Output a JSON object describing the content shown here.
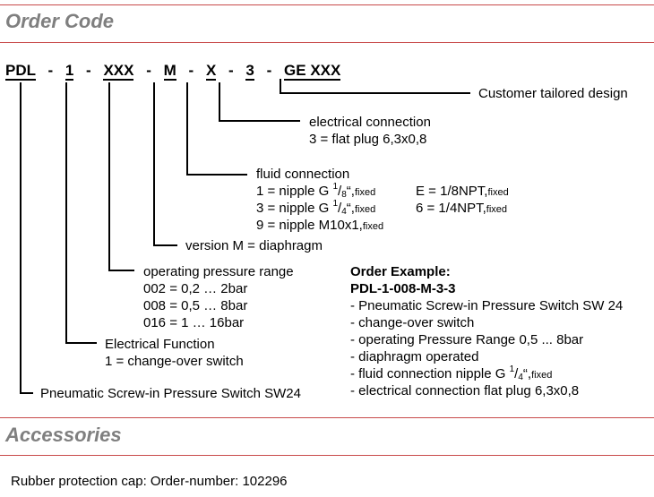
{
  "header": {
    "title": "Order Code"
  },
  "order_code": {
    "parts": [
      "PDL",
      "1",
      "XXX",
      "M",
      "X",
      "3",
      "GE XXX"
    ],
    "separator": "-"
  },
  "labels": {
    "customer": "Customer tailored design",
    "electrical_connection": {
      "title": "electrical connection",
      "line1": "3 = flat plug 6,3x0,8"
    },
    "fluid_connection": {
      "title": "fluid connection",
      "row1_left_pre": "1 = nipple G ",
      "row1_left_sup": "1",
      "row1_left_den": "8",
      "row1_left_post": "“,",
      "fixed": "fixed",
      "row1_right": "E = 1/8NPT,",
      "row2_left_pre": "3 = nipple G ",
      "row2_left_sup": "1",
      "row2_left_den": "4",
      "row2_left_post": "“,",
      "row2_right": "6 = 1/4NPT,",
      "row3_left": "9 = nipple M10x1,"
    },
    "version": "version M = diaphragm",
    "pressure": {
      "title": "operating pressure range",
      "line1": "002 = 0,2 … 2bar",
      "line2": "008 = 0,5 … 8bar",
      "line3": "016 =  1 … 16bar"
    },
    "electrical_function": {
      "title": "Electrical Function",
      "line1": "1 = change-over switch"
    },
    "pneumatic": "Pneumatic Screw-in Pressure Switch SW24"
  },
  "example": {
    "title": "Order Example:",
    "code": "PDL-1-008-M-3-3",
    "items": [
      " - Pneumatic Screw-in Pressure Switch SW 24",
      " - change-over switch",
      " - operating Pressure Range 0,5 ... 8bar",
      " - diaphragm operated"
    ],
    "fluid_pre": " - fluid connection nipple G ",
    "fluid_sup": "1",
    "fluid_den": "4",
    "fluid_post": "“,",
    "fixed": "fixed",
    "last_item": " - electrical connection flat plug 6,3x0,8"
  },
  "accessories": {
    "title": "Accessories",
    "text": "Rubber protection cap: Order-number: 102296"
  },
  "colors": {
    "rule": "#c84a4a",
    "section_title": "#7f7f7f"
  }
}
